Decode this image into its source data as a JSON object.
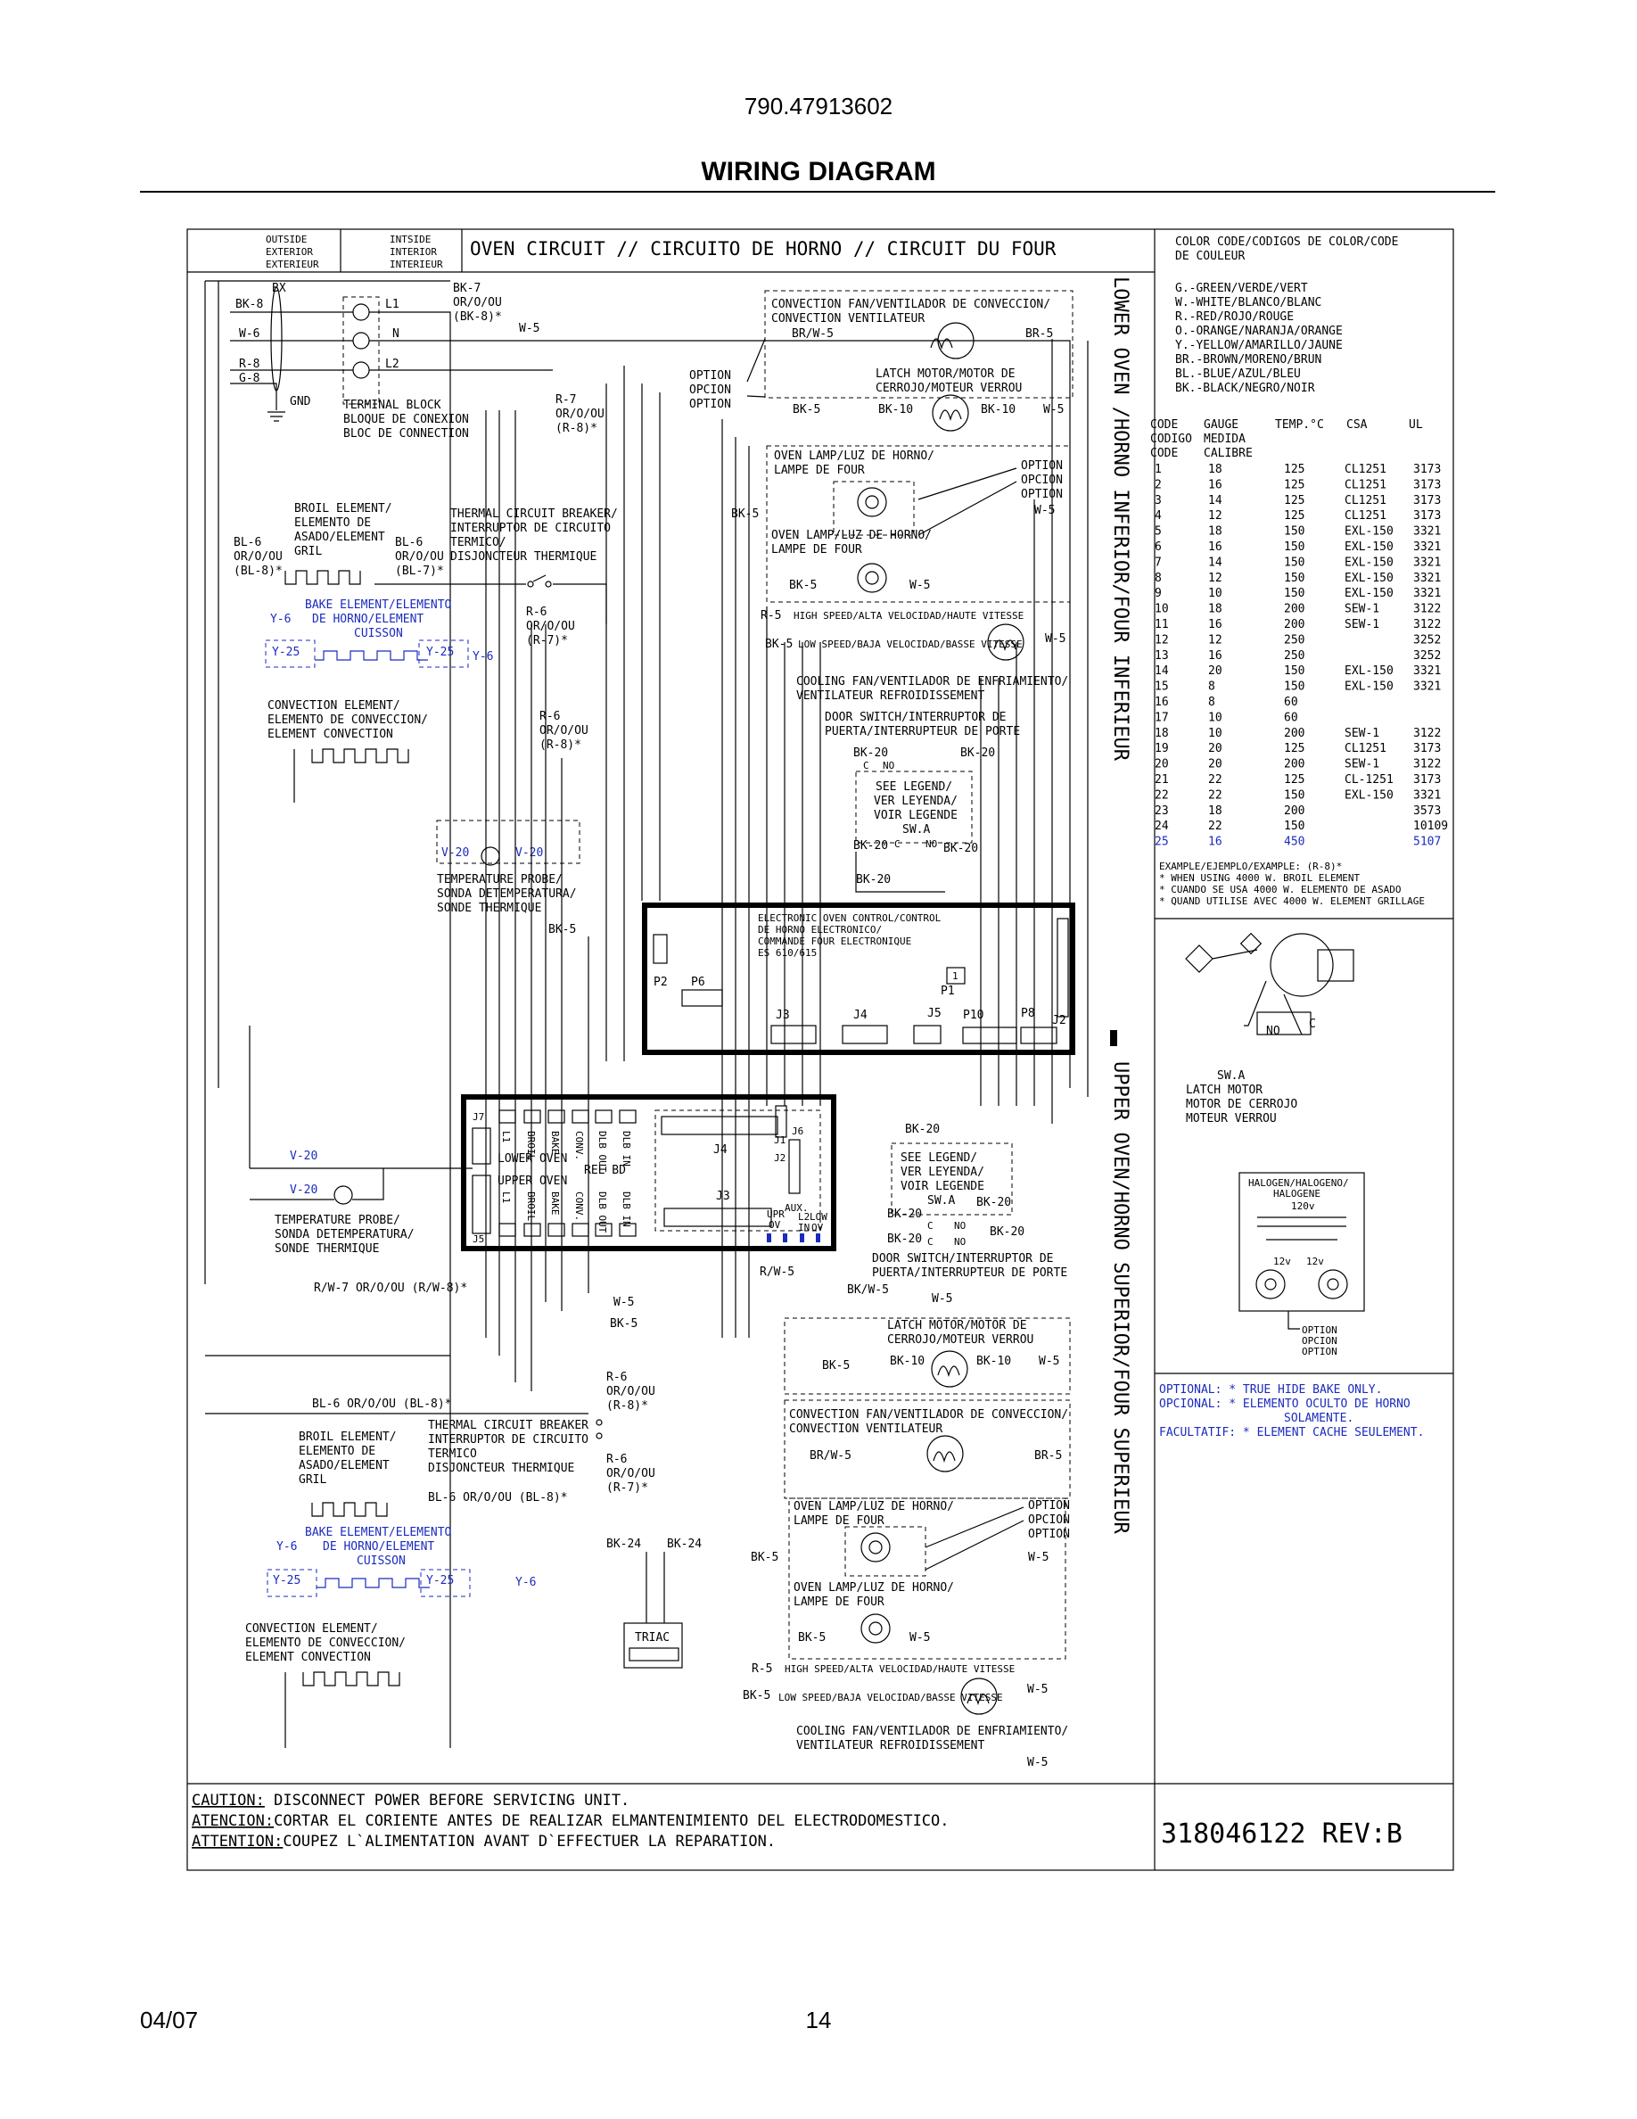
{
  "model_number": "790.47913602",
  "page_title": "WIRING DIAGRAM",
  "header": {
    "outside": [
      "OUTSIDE",
      "EXTERIOR",
      "EXTERIEUR"
    ],
    "inside": [
      "INTSIDE",
      "INTERIOR",
      "INTERIEUR"
    ],
    "oven_circuit": "OVEN CIRCUIT // CIRCUITO DE HORNO // CIRCUIT DU FOUR"
  },
  "vertical_label": {
    "lower": "LOWER OVEN /HORNO INFERIOR/FOUR INFERIEUR",
    "upper": "UPPER OVEN/HORNO SUPERIOR/FOUR SUPERIEUR"
  },
  "terminal_block": {
    "bx": "BX",
    "l1": "L1",
    "n": "N",
    "l2": "L2",
    "gnd": "GND",
    "wires": [
      "BK-8",
      "W-6",
      "R-8",
      "G-8"
    ],
    "label": [
      "TERMINAL BLOCK",
      "BLOQUE DE CONEXION",
      "BLOC DE CONNECTION"
    ]
  },
  "lower": {
    "bk7": [
      "BK-7",
      "OR/O/OU",
      "(BK-8)*"
    ],
    "w5_top": "W-5",
    "r7": [
      "R-7",
      "OR/O/OU",
      "(R-8)*"
    ],
    "conv_fan": [
      "CONVECTION FAN/VENTILADOR DE CONVECCION/",
      "CONVECTION VENTILATEUR"
    ],
    "br_w5": "BR/W-5",
    "br5": "BR-5",
    "option_left": [
      "OPTION",
      "OPCION",
      "OPTION"
    ],
    "latch_motor": [
      "LATCH MOTOR/MOTOR DE",
      "CERROJO/MOTEUR VERROU"
    ],
    "bk5": "BK-5",
    "bk10": "BK-10",
    "w5": "W-5",
    "oven_lamp_1": [
      "OVEN LAMP/LUZ DE HORNO/",
      "LAMPE DE FOUR"
    ],
    "option_right": [
      "OPTION",
      "OPCION",
      "OPTION"
    ],
    "oven_lamp_2": [
      "OVEN LAMP/LUZ DE HORNO/",
      "LAMPE DE FOUR"
    ],
    "broil": [
      "BROIL ELEMENT/",
      "ELEMENTO DE",
      "ASADO/ELEMENT",
      "GRIL"
    ],
    "bl6_left": [
      "BL-6",
      "OR/O/OU",
      "(BL-8)*"
    ],
    "bl6_right": [
      "BL-6",
      "OR/O/OU",
      "(BL-7)*"
    ],
    "thermal": [
      "THERMAL CIRCUIT BREAKER/",
      "INTERRUPTOR DE CIRCUITO",
      "TERMICO/",
      "DISJONCTEUR THERMIQUE"
    ],
    "bake": [
      "BAKE ELEMENT/ELEMENTO",
      "DE HORNO/ELEMENT",
      "CUISSON"
    ],
    "y6": "Y-6",
    "y25": "Y-25",
    "r6_r7": [
      "R-6",
      "OR/O/OU",
      "(R-7)*"
    ],
    "r6_r8": [
      "R-6",
      "OR/O/OU",
      "(R-8)*"
    ],
    "convection": [
      "CONVECTION ELEMENT/",
      "ELEMENTO DE CONVECCION/",
      "ELEMENT CONVECTION"
    ],
    "r5_high": "HIGH SPEED/ALTA VELOCIDAD/HAUTE VITESSE",
    "bk5_low": "LOW SPEED/BAJA VELOCIDAD/BASSE VITESSE",
    "r5": "R-5",
    "cooling": [
      "COOLING FAN/VENTILADOR DE ENFRIAMIENTO/",
      "VENTILATEUR REFROIDISSEMENT"
    ],
    "door_switch": [
      "DOOR SWITCH/INTERRUPTOR DE",
      "PUERTA/INTERRUPTEUR DE PORTE"
    ],
    "bk20": "BK-20",
    "see_legend": [
      "SEE LEGEND/",
      "VER LEYENDA/",
      "VOIR LEGENDE",
      "SW.A"
    ],
    "c": "C",
    "no": "NO",
    "v20": "V-20",
    "probe": [
      "TEMPERATURE PROBE/",
      "SONDA DETEMPERATURA/",
      "SONDE THERMIQUE"
    ]
  },
  "control": {
    "title": [
      "ELECTRONIC OVEN CONTROL/CONTROL",
      "DE HORNO ELECTRONICO/",
      "COMMANDE FOUR ELECTRONIQUE",
      "ES 610/615"
    ],
    "p2": "P2",
    "p6": "P6",
    "p1": "P1",
    "j3": "J3",
    "j4": "J4",
    "j5": "J5",
    "p10": "P10",
    "p8": "P8",
    "j2": "J2",
    "one": "1"
  },
  "relay": {
    "top_labels": [
      "L1",
      "BROIL",
      "BAKE",
      "CONV.",
      "DLB OUT",
      "DLB IN"
    ],
    "bottom_labels": [
      "L1",
      "BROIL",
      "BAKE",
      "CONV.",
      "DLB OUT",
      "DLB IN"
    ],
    "lower_oven": "LOWER OVEN",
    "upper_oven": "UPPER OVEN",
    "rel": "REL BD",
    "j7": "J7",
    "j5": "J5",
    "j4": "J4",
    "j3": "J3",
    "j1": "J1",
    "j2": "J2",
    "j6": "J6",
    "upr": "UPR",
    "ov": "OV",
    "aux": "AUX.",
    "l2": "L2",
    "in": "IN",
    "low": "LOW"
  },
  "upper": {
    "rw7": "R/W-7 OR/O/OU (R/W-8)*",
    "rw5": "R/W-5",
    "bkw5": "BK/W-5",
    "latch_motor": [
      "LATCH MOTOR/MOTOR DE",
      "CERROJO/MOTEUR VERROU"
    ],
    "r6_r8": [
      "R-6",
      "OR/O/OU",
      "(R-8)*"
    ],
    "r6_r7": [
      "R-6",
      "OR/O/OU",
      "(R-7)*"
    ],
    "bl6_a": "BL-6 OR/O/OU (BL-8)*",
    "bl6_b": "BL-6 OR/O/OU (BL-8)*",
    "thermal": [
      "THERMAL CIRCUIT BREAKER",
      "INTERRUPTOR DE CIRCUITO",
      "TERMICO",
      "DISJONCTEUR THERMIQUE"
    ],
    "broil": [
      "BROIL ELEMENT/",
      "ELEMENTO DE",
      "ASADO/ELEMENT",
      "GRIL"
    ],
    "bake": [
      "BAKE ELEMENT/ELEMENTO",
      "DE HORNO/ELEMENT",
      "CUISSON"
    ],
    "bk24": "BK-24",
    "triac": "TRIAC",
    "conv_fan": [
      "CONVECTION FAN/VENTILADOR DE CONVECCION/",
      "CONVECTION VENTILATEUR"
    ],
    "convection": [
      "CONVECTION ELEMENT/",
      "ELEMENTO DE CONVECCION/",
      "ELEMENT CONVECTION"
    ]
  },
  "legend": {
    "title": [
      "COLOR CODE/CODIGOS DE COLOR/CODE",
      "DE COULEUR"
    ],
    "colors": [
      "G.-GREEN/VERDE/VERT",
      "W.-WHITE/BLANCO/BLANC",
      "R.-RED/ROJO/ROUGE",
      "O.-ORANGE/NARANJA/ORANGE",
      "Y.-YELLOW/AMARILLO/JAUNE",
      "BR.-BROWN/MORENO/BRUN",
      "BL.-BLUE/AZUL/BLEU",
      "BK.-BLACK/NEGRO/NOIR"
    ],
    "table_head": [
      "CODE",
      "GAUGE",
      "TEMP.°C",
      "CSA",
      "UL"
    ],
    "table_head2": [
      "CODIGO",
      "MEDIDA"
    ],
    "table_head3": [
      "CODE",
      "CALIBRE"
    ],
    "rows": [
      [
        "1",
        "18",
        "125",
        "CL1251",
        "3173"
      ],
      [
        "2",
        "16",
        "125",
        "CL1251",
        "3173"
      ],
      [
        "3",
        "14",
        "125",
        "CL1251",
        "3173"
      ],
      [
        "4",
        "12",
        "125",
        "CL1251",
        "3173"
      ],
      [
        "5",
        "18",
        "150",
        "EXL-150",
        "3321"
      ],
      [
        "6",
        "16",
        "150",
        "EXL-150",
        "3321"
      ],
      [
        "7",
        "14",
        "150",
        "EXL-150",
        "3321"
      ],
      [
        "8",
        "12",
        "150",
        "EXL-150",
        "3321"
      ],
      [
        "9",
        "10",
        "150",
        "EXL-150",
        "3321"
      ],
      [
        "10",
        "18",
        "200",
        "SEW-1",
        "3122"
      ],
      [
        "11",
        "16",
        "200",
        "SEW-1",
        "3122"
      ],
      [
        "12",
        "12",
        "250",
        "",
        "3252"
      ],
      [
        "13",
        "16",
        "250",
        "",
        "3252"
      ],
      [
        "14",
        "20",
        "150",
        "EXL-150",
        "3321"
      ],
      [
        "15",
        "8",
        "150",
        "EXL-150",
        "3321"
      ],
      [
        "16",
        "8",
        "60",
        "",
        ""
      ],
      [
        "17",
        "10",
        "60",
        "",
        ""
      ],
      [
        "18",
        "10",
        "200",
        "SEW-1",
        "3122"
      ],
      [
        "19",
        "20",
        "125",
        "CL1251",
        "3173"
      ],
      [
        "20",
        "20",
        "200",
        "SEW-1",
        "3122"
      ],
      [
        "21",
        "22",
        "125",
        "CL-1251",
        "3173"
      ],
      [
        "22",
        "22",
        "150",
        "EXL-150",
        "3321"
      ],
      [
        "23",
        "18",
        "200",
        "",
        "3573"
      ],
      [
        "24",
        "22",
        "150",
        "",
        "10109"
      ],
      [
        "25",
        "16",
        "450",
        "",
        "5107"
      ]
    ],
    "example": [
      "EXAMPLE/EJEMPLO/EXAMPLE: (R-8)*",
      "* WHEN USING 4000 W. BROIL ELEMENT",
      "* CUANDO SE USA 4000 W. ELEMENTO DE ASADO",
      "* QUAND UTILISE AVEC 4000 W. ELEMENT GRILLAGE"
    ]
  },
  "sw_a": {
    "no": "NO",
    "c": "C",
    "label": [
      "SW.A",
      "LATCH MOTOR",
      "MOTOR DE CERROJO",
      "MOTEUR VERROU"
    ]
  },
  "halogen": {
    "title": [
      "HALOGEN/HALOGENO/",
      "HALOGENE"
    ],
    "v120": "120v",
    "v12a": "12v",
    "v12b": "12v",
    "option": [
      "OPTION",
      "OPCION",
      "OPTION"
    ]
  },
  "optional_note": [
    "OPTIONAL: * TRUE HIDE BAKE ONLY.",
    "OPCIONAL: * ELEMENTO OCULTO DE HORNO",
    "SOLAMENTE.",
    "FACULTATIF: * ELEMENT CACHE SEULEMENT."
  ],
  "caution": {
    "caution_label": "CAUTION:",
    "caution_text": " DISCONNECT POWER BEFORE SERVICING UNIT.",
    "atencion_label": "ATENCION:",
    "atencion_text": "CORTAR EL CORIENTE ANTES DE REALIZAR ELMANTENIMIENTO DEL ELECTRODOMESTICO.",
    "attention_label": "ATTENTION:",
    "attention_text": "COUPEZ L`ALIMENTATION AVANT D`EFFECTUER LA REPARATION."
  },
  "part_number": "318046122 REV:B",
  "footer": {
    "date": "04/07",
    "page": "14"
  },
  "colors": {
    "blue": "#1a2bbf",
    "black": "#000000"
  }
}
